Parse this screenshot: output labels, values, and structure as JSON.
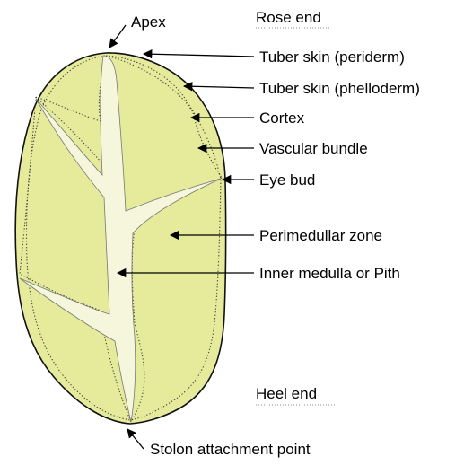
{
  "labels": {
    "apex": "Apex",
    "rose_end": "Rose end",
    "periderm": "Tuber skin (periderm)",
    "phelloderm": "Tuber skin (phelloderm)",
    "cortex": "Cortex",
    "vascular_bundle": "Vascular bundle",
    "eye_bud": "Eye bud",
    "perimedullar_zone": "Perimedullar zone",
    "inner_medulla": "Inner medulla or Pith",
    "heel_end": "Heel end",
    "stolon": "Stolon attachment point"
  },
  "colors": {
    "tuber_fill": "#e6eb9b",
    "pith_fill": "#f5f6dc",
    "outline": "#111111",
    "leader": "#000000"
  }
}
